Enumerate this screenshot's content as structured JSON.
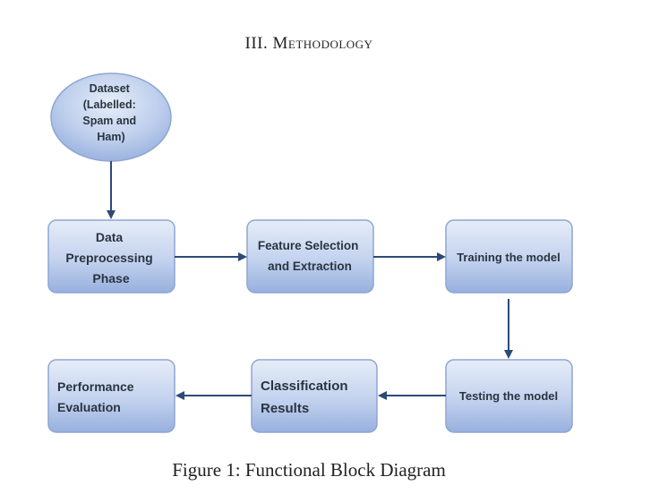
{
  "section": {
    "heading": "III. Methodology"
  },
  "diagram": {
    "nodes": {
      "dataset": [
        "Dataset",
        "(Labelled:",
        "Spam and",
        "Ham)"
      ],
      "preprocessing": [
        "Data",
        "Preprocessing",
        "Phase"
      ],
      "feature": [
        "Feature Selection",
        "and Extraction"
      ],
      "training": [
        "Training the model"
      ],
      "testing": [
        "Testing the model"
      ],
      "classification": [
        "Classification",
        "Results"
      ],
      "performance": [
        "Performance",
        "Evaluation"
      ]
    },
    "colors": {
      "box_top": "#e3ebf7",
      "box_bottom": "#9fb6e0",
      "box_border": "#8ea6d2",
      "arrow": "#2c4a78"
    }
  },
  "caption": "Figure 1: Functional Block Diagram"
}
